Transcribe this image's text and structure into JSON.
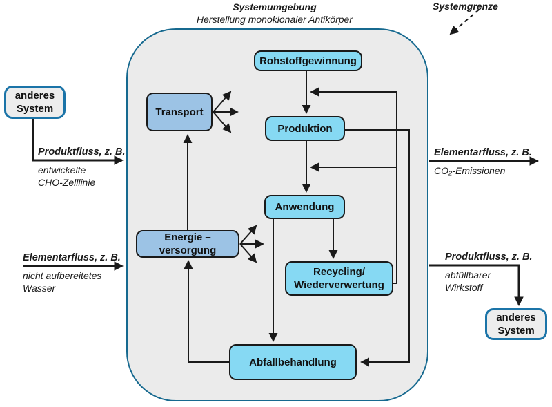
{
  "title": {
    "main": "Systemumgebung",
    "subtitle": "Herstellung monoklonaler Antikörper"
  },
  "boundary": {
    "label": "Systemgrenze"
  },
  "externals": {
    "left_top": {
      "box_line1": "anderes",
      "box_line2": "System",
      "flow_label": "Produktfluss, z. B.",
      "desc_line1": "entwickelte",
      "desc_line2": "CHO-Zelllinie"
    },
    "left_mid": {
      "flow_label": "Elementarfluss, z. B.",
      "desc_line1": "nicht aufbereitetes",
      "desc_line2": "Wasser"
    },
    "right_top": {
      "flow_label": "Elementarfluss, z. B.",
      "desc_line1": "CO₂-Emissionen"
    },
    "right_bottom": {
      "flow_label": "Produktfluss, z. B.",
      "desc_line1": "abfüllbarer",
      "desc_line2": "Wirkstoff",
      "box_line1": "anderes",
      "box_line2": "System"
    }
  },
  "processes": {
    "rohstoffgewinnung": {
      "label": "Rohstoffgewinnung"
    },
    "produktion": {
      "label": "Produktion"
    },
    "anwendung": {
      "label": "Anwendung"
    },
    "recycling": {
      "line1": "Recycling/",
      "line2": "Wiederverwertung"
    },
    "abfallbehandlung": {
      "label": "Abfallbehandlung"
    },
    "transport": {
      "label": "Transport"
    },
    "energieversorgung": {
      "line1": "Energie –",
      "line2": "versorgung"
    }
  },
  "colors": {
    "boundary_border": "#16698f",
    "boundary_fill": "#ebebeb",
    "process_fill": "#86d9f3",
    "support_fill": "#9cc3e5",
    "external_fill": "#ededed",
    "external_border": "#1b74a8",
    "arrow": "#1a1a1a"
  }
}
